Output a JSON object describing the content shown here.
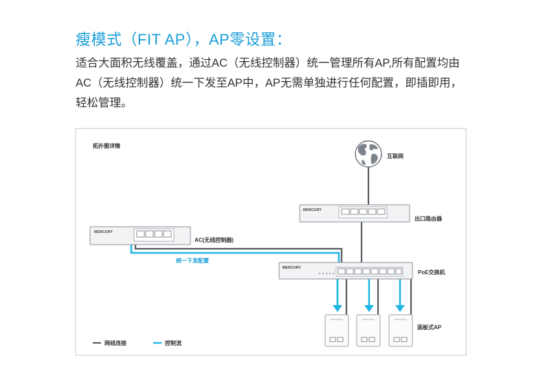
{
  "heading": "瘦模式（FIT AP），AP零设置：",
  "description": [
    "适合大面积无线覆盖，通过AC（无线控制器）统一管理所有AP,所有配置均由",
    "AC（无线控制器）统一下发至AP中，AP无需单独进行任何配置，即插即用，",
    "轻松管理。"
  ],
  "diagram": {
    "title": "拓扑图详情",
    "brand": "MERCURY",
    "internet_label": "互联网",
    "router_label": "出口路由器",
    "ac_label": "AC(无线控制器)",
    "config_label": "统一下发配置",
    "poe_label": "PoE交换机",
    "ap_label": "面板式AP",
    "legend": {
      "network_line": "网线连接",
      "control_flow": "控制流"
    },
    "colors": {
      "accent": "#1a9ed8",
      "control_flow": "#1fb5e6",
      "cable": "#555a60"
    }
  }
}
